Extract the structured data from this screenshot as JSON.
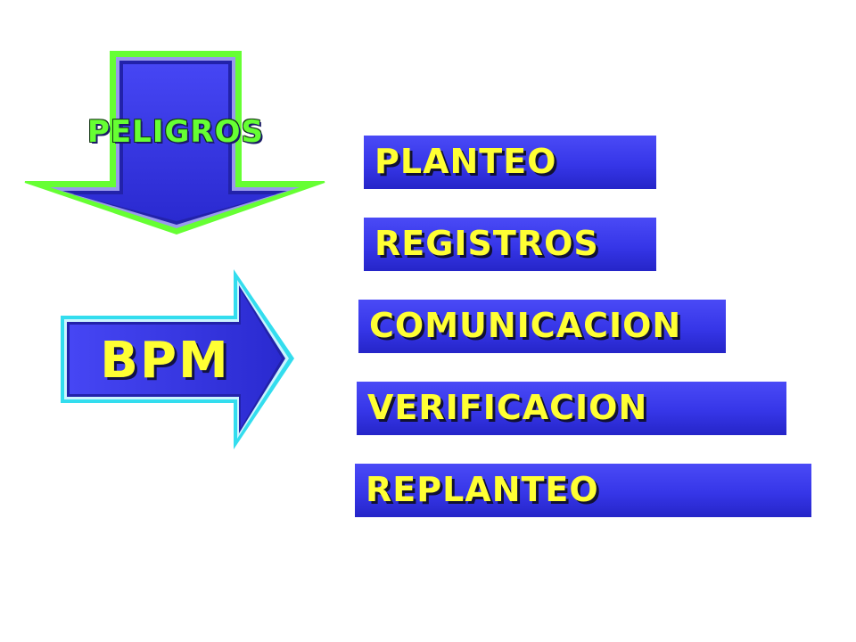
{
  "hazard_arrow": {
    "label": "PELIGROS",
    "fill_color": "#3b3bf0",
    "outline_color": "#66ff33"
  },
  "bpm_arrow": {
    "label": "BPM",
    "fill_color": "#3b3bf0",
    "outline_color": "#33ddee"
  },
  "steps": [
    {
      "label": "PLANTEO"
    },
    {
      "label": "REGISTROS"
    },
    {
      "label": "COMUNICACION"
    },
    {
      "label": "VERIFICACION"
    },
    {
      "label": "REPLANTEO"
    }
  ],
  "colors": {
    "box_fill": "#3b3bf0",
    "text_yellow": "#ffff33",
    "background": "#ffffff"
  }
}
